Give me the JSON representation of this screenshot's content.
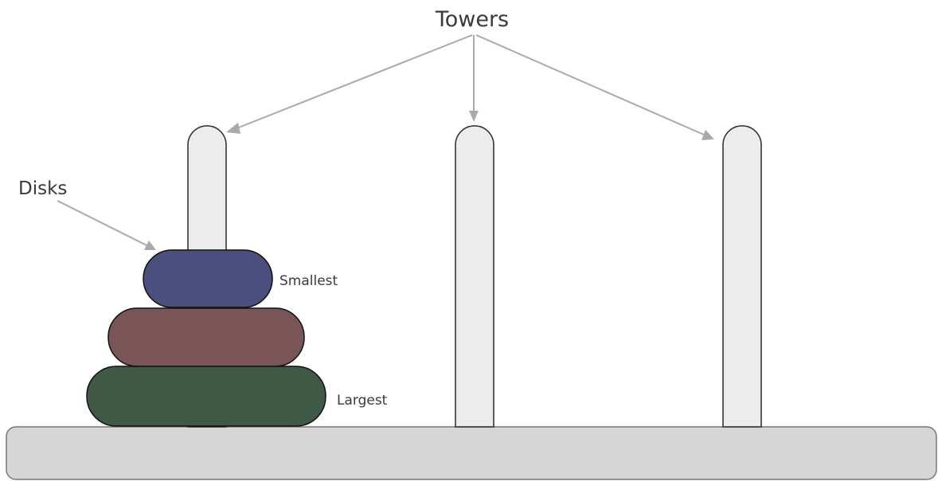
{
  "labels": {
    "towers": "Towers",
    "disks": "Disks",
    "smallest": "Smallest",
    "largest": "Largest"
  },
  "colors": {
    "rod_fill": "#ececec",
    "base_fill": "#d6d6d6",
    "arrow": "#a9a9a9",
    "disk_small": "#4a4f7d",
    "disk_medium": "#7a5558",
    "disk_large": "#3e5a46"
  }
}
